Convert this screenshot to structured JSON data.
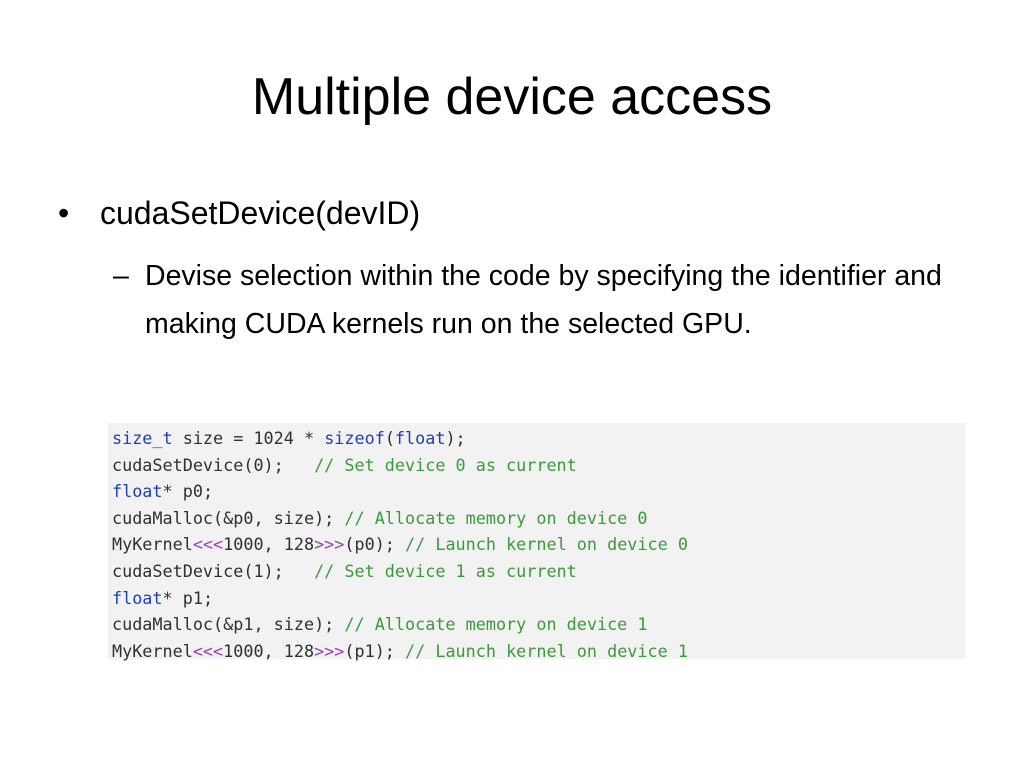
{
  "slide": {
    "title": "Multiple device access",
    "bullet": "cudaSetDevice(devID)",
    "sub_bullet": "Devise selection within the code by specifying the identifier and making CUDA kernels run on the selected GPU.",
    "bullet_marker": "•",
    "sub_marker": "–"
  },
  "code": {
    "lines": [
      {
        "code": [
          [
            "kw",
            "size_t"
          ],
          [
            "tx",
            " size = 1024 * "
          ],
          [
            "kw",
            "sizeof"
          ],
          [
            "tx",
            "("
          ],
          [
            "kw",
            "float"
          ],
          [
            "tx",
            ");"
          ]
        ],
        "comment": ""
      },
      {
        "code": [
          [
            "tx",
            "cudaSetDevice(0);"
          ]
        ],
        "comment": "// Set device 0 as current"
      },
      {
        "code": [
          [
            "kw",
            "float"
          ],
          [
            "tx",
            "* p0;"
          ]
        ],
        "comment": ""
      },
      {
        "code": [
          [
            "tx",
            "cudaMalloc(&p0, size);"
          ]
        ],
        "comment": "// Allocate memory on device 0"
      },
      {
        "code": [
          [
            "tx",
            "MyKernel"
          ],
          [
            "op",
            "<<<"
          ],
          [
            "tx",
            "1000, 128"
          ],
          [
            "op",
            ">>>"
          ],
          [
            "tx",
            "(p0);"
          ]
        ],
        "comment": "// Launch kernel on device 0"
      },
      {
        "code": [
          [
            "tx",
            "cudaSetDevice(1);"
          ]
        ],
        "comment": "// Set device 1 as current"
      },
      {
        "code": [
          [
            "kw",
            "float"
          ],
          [
            "tx",
            "* p1;"
          ]
        ],
        "comment": ""
      },
      {
        "code": [
          [
            "tx",
            "cudaMalloc(&p1, size);"
          ]
        ],
        "comment": "// Allocate memory on device 1"
      },
      {
        "code": [
          [
            "tx",
            "MyKernel"
          ],
          [
            "op",
            "<<<"
          ],
          [
            "tx",
            "1000, 128"
          ],
          [
            "op",
            ">>>"
          ],
          [
            "tx",
            "(p1);"
          ]
        ],
        "comment": "// Launch kernel on device 1"
      }
    ],
    "colors": {
      "keyword": "#1f3fb0",
      "text": "#303030",
      "operator": "#9a3fb0",
      "comment": "#3a9a3a",
      "background": "#f2f2f2"
    }
  }
}
